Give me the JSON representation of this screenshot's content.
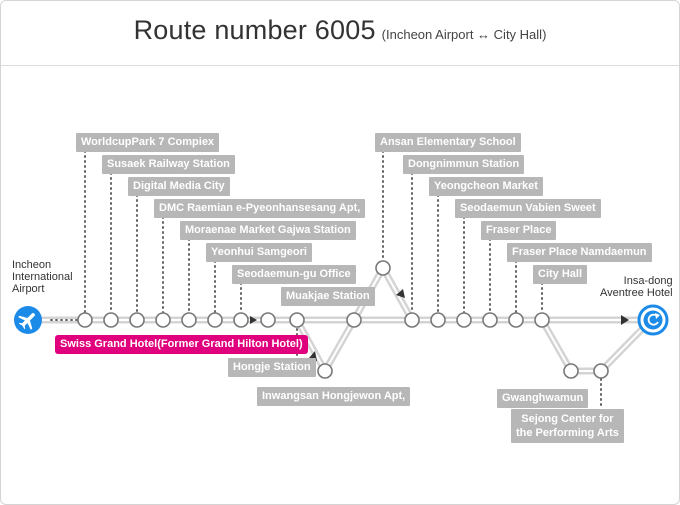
{
  "header": {
    "title": "Route number 6005",
    "subtitle": "(Incheon Airport ↔ City Hall)"
  },
  "endpoints": {
    "start": "Incheon\nInternational\nAirport",
    "end": "Insa-dong\nAventree Hotel"
  },
  "stops": {
    "worldcup_park": "WorldcupPark 7 Compiex",
    "susaek": "Susaek Railway Station",
    "digital_media_city": "Digital Media City",
    "dmc_raemian": "DMC Raemian e-Pyeonhansesang Apt,",
    "moraenae": "Moraenae Market Gajwa Station",
    "yeonhui": "Yeonhui Samgeori",
    "seodaemun_office": "Seodaemun-gu Office",
    "muakjae": "Muakjae Station",
    "swiss_grand": "Swiss Grand Hotel(Former Grand Hilton Hotel)",
    "hongje": "Hongje Station",
    "inwangsan": "Inwangsan Hongjewon Apt,",
    "ansan_school": "Ansan Elementary School",
    "dongnimmun": "Dongnimmun Station",
    "yeongcheon": "Yeongcheon Market",
    "seodaemun_vabien": "Seodaemun Vabien Sweet",
    "fraser_place": "Fraser Place",
    "fraser_namdaemun": "Fraser Place Namdaemun",
    "city_hall": "City Hall",
    "gwanghwamun": "Gwanghwamun",
    "sejong_center": "Sejong Center for\nthe Performing Arts"
  },
  "colors": {
    "route_line": "#d4d4d4",
    "route_highlight": "#ffffff",
    "stop_border": "#777777",
    "tag_bg": "#b7b7b7",
    "highlight_tag": "#e0007d",
    "terminal_icon": "#1c8be8",
    "arrow": "#333333"
  },
  "icons": {
    "start": "airplane-icon",
    "end": "return-loop-icon"
  }
}
